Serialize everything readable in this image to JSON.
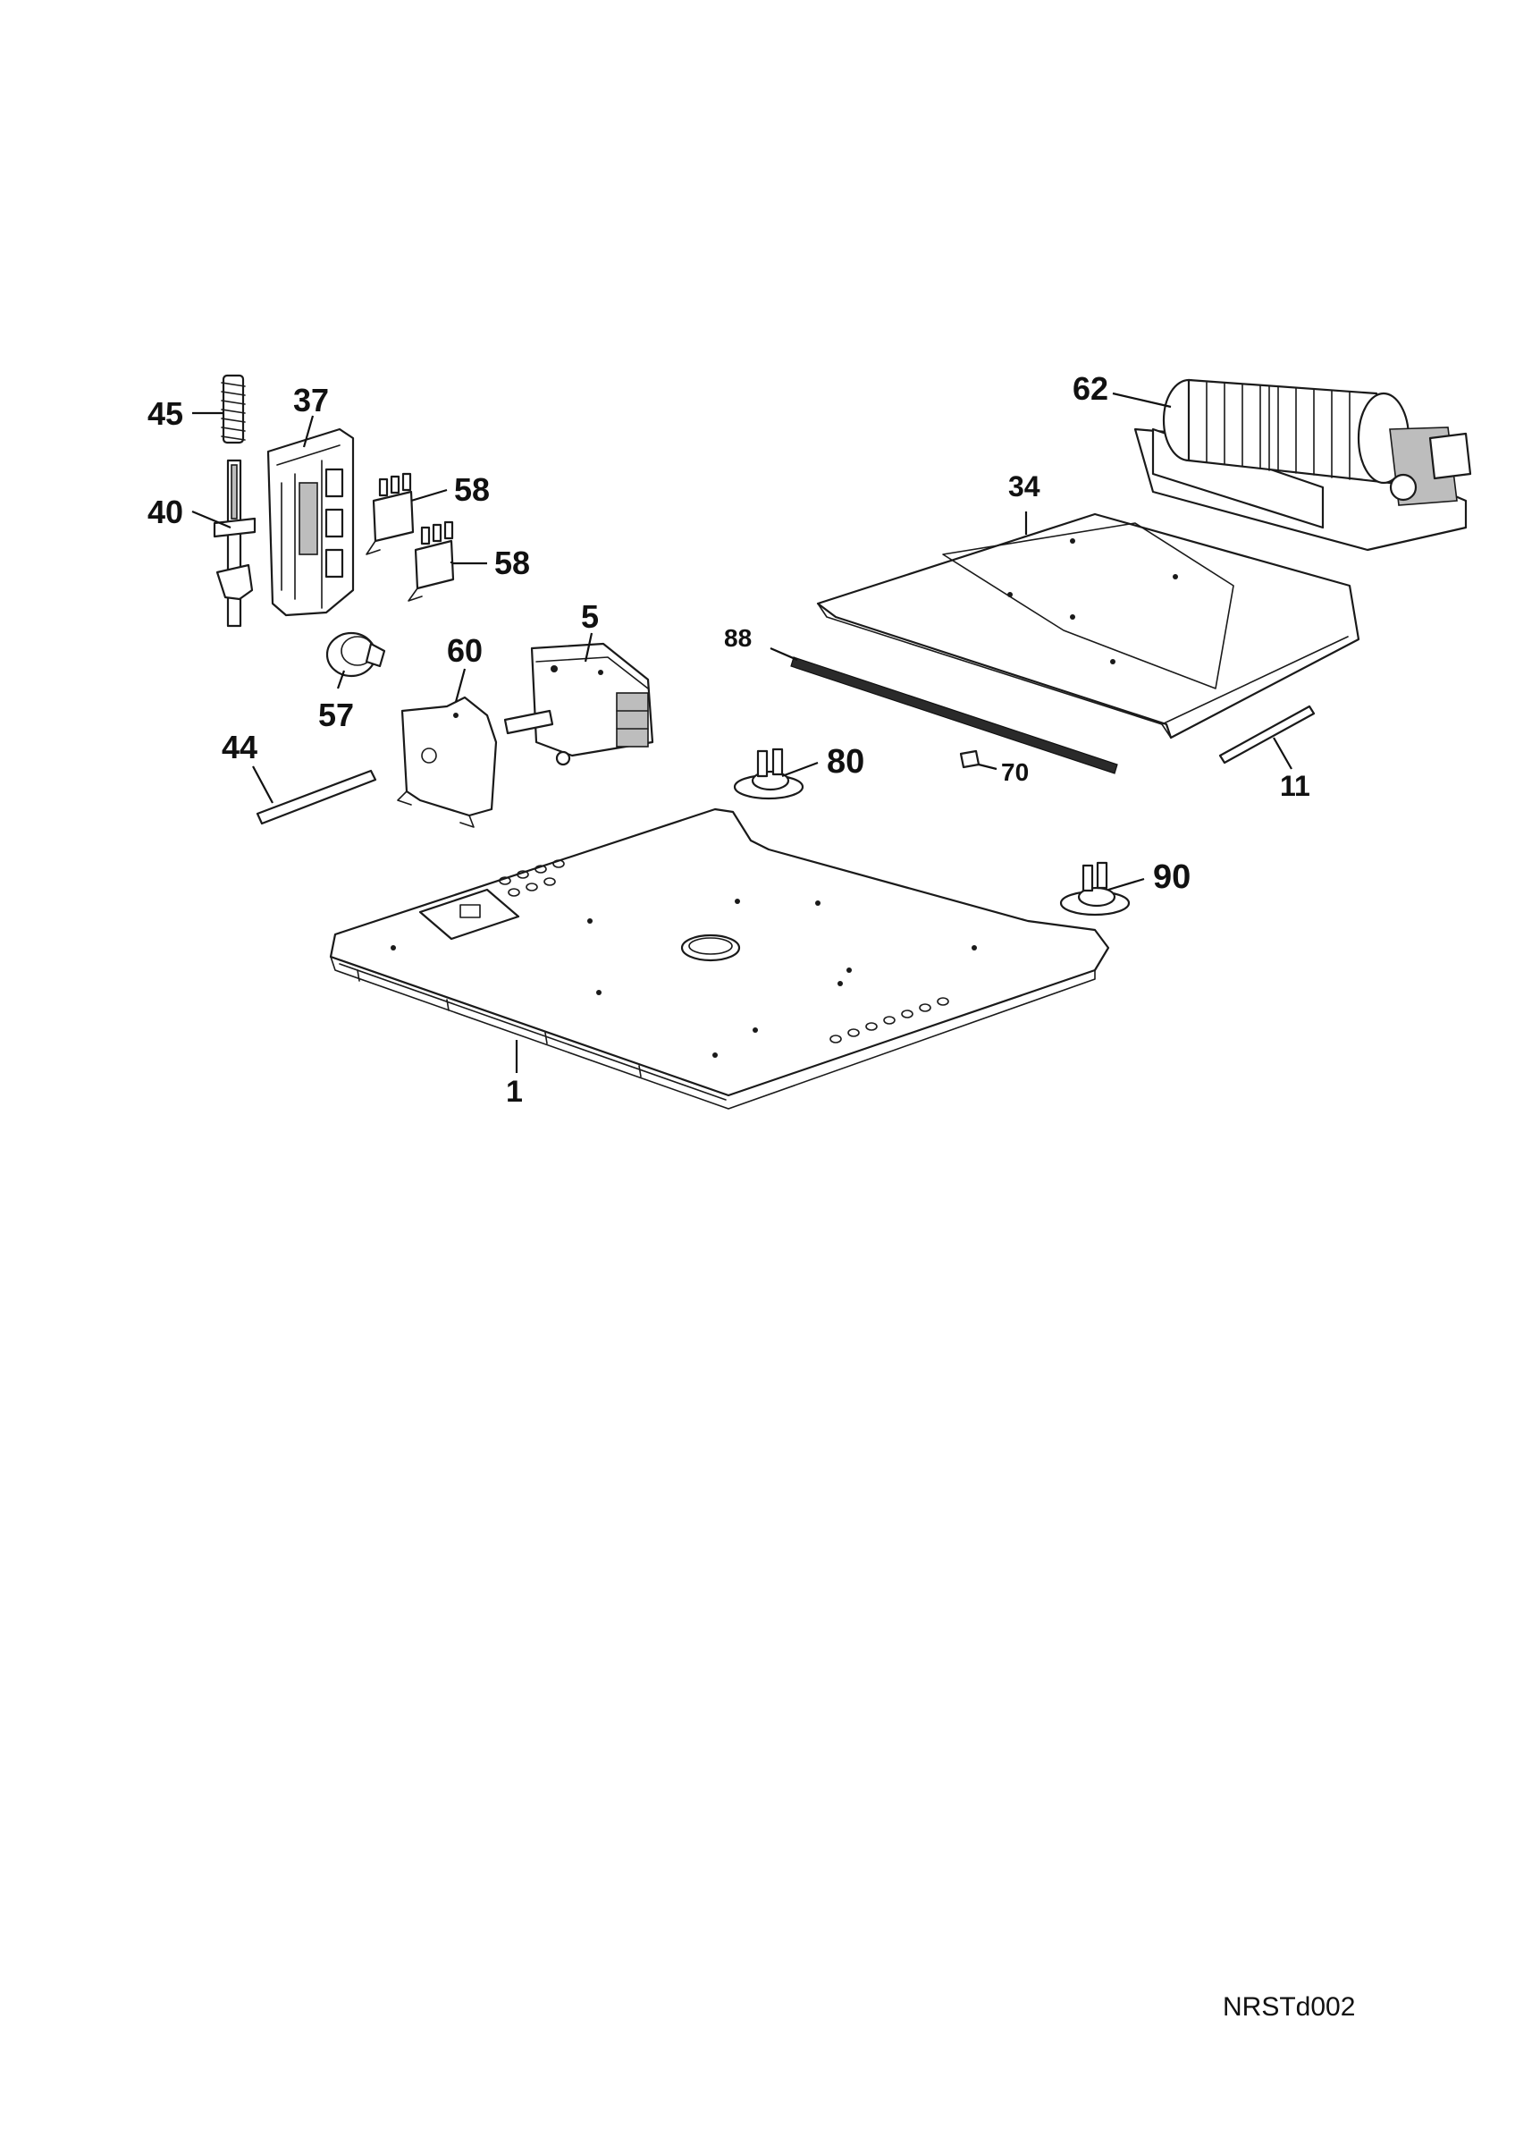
{
  "callouts": {
    "c1": "1",
    "c5": "5",
    "c11": "11",
    "c34": "34",
    "c37": "37",
    "c40": "40",
    "c44": "44",
    "c45": "45",
    "c57": "57",
    "c58a": "58",
    "c58b": "58",
    "c60": "60",
    "c62": "62",
    "c70": "70",
    "c80": "80",
    "c88": "88",
    "c90": "90"
  },
  "drawing_code": "NRSTd002"
}
